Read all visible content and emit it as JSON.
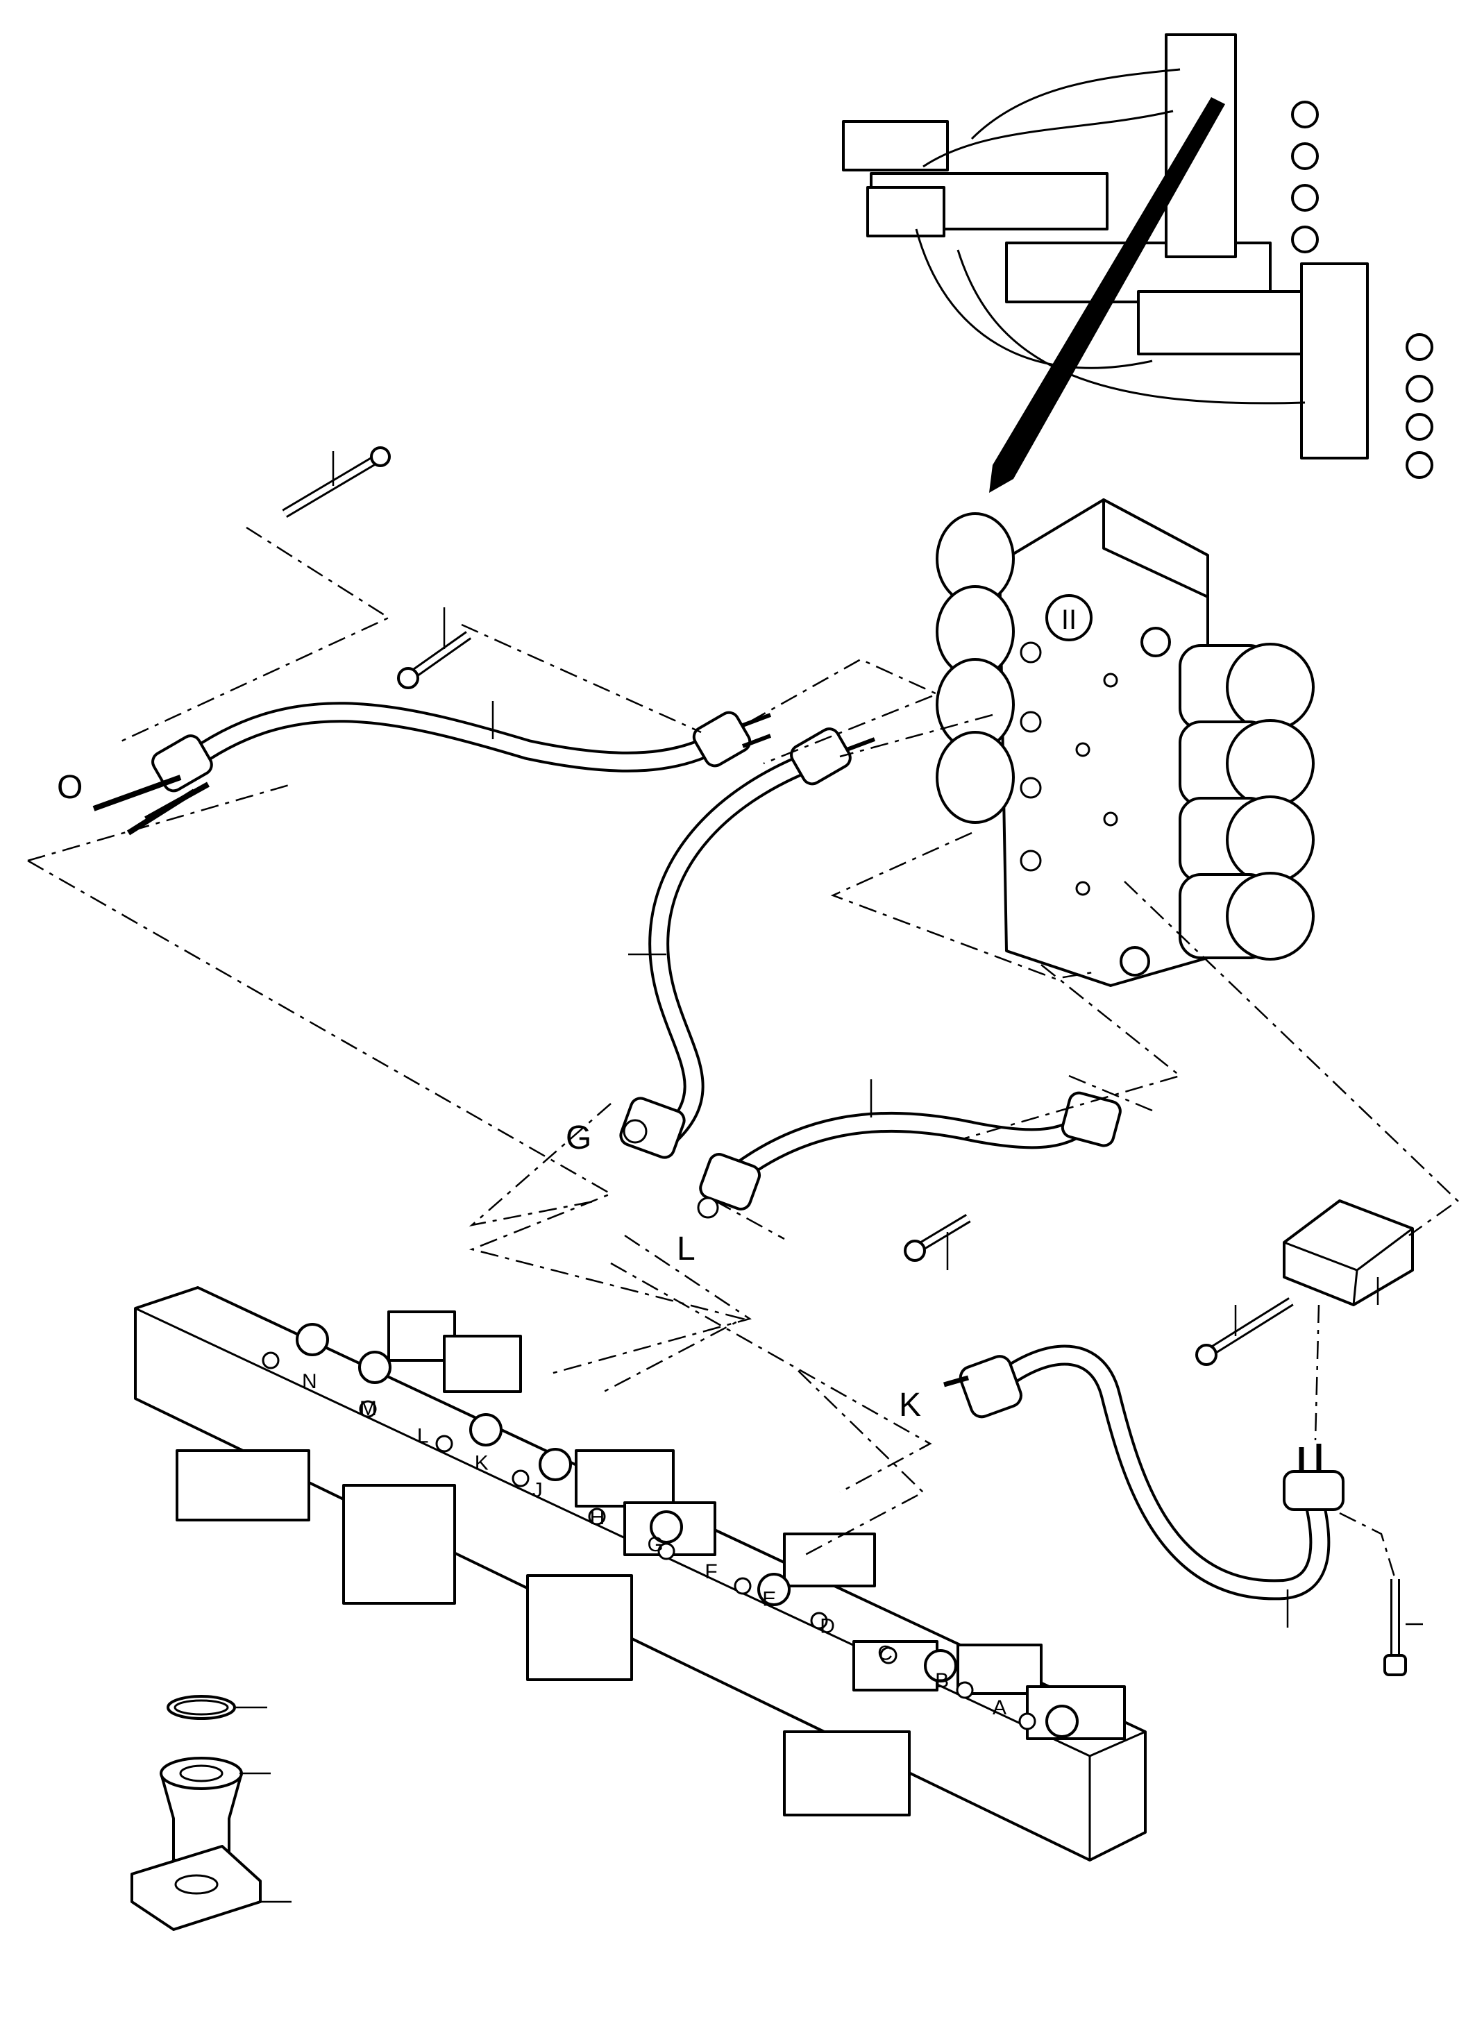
{
  "callouts": {
    "O": "O",
    "G": "G",
    "L": "L",
    "K": "K"
  },
  "valve_mark": "II",
  "manifold_ports": [
    "N",
    "M",
    "L",
    "K",
    "J",
    "H",
    "G",
    "F",
    "E",
    "D",
    "C",
    "B",
    "A"
  ]
}
